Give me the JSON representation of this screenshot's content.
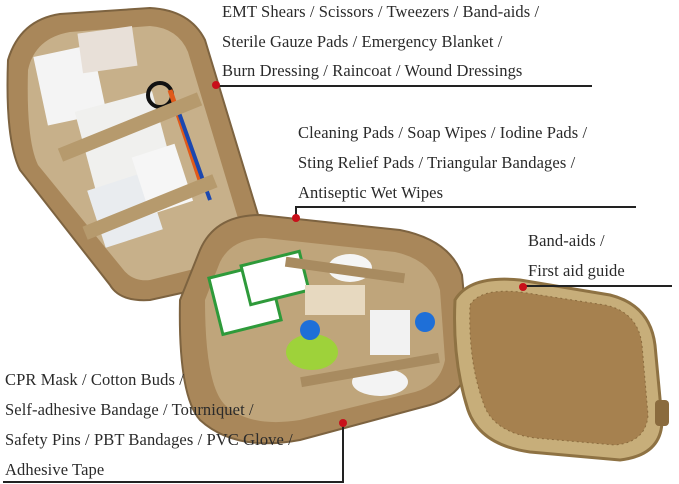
{
  "callouts": {
    "top": {
      "lines": [
        "EMT Shears / Scissors / Tweezers / Band-aids /",
        "Sterile Gauze Pads / Emergency Blanket /",
        "Burn Dressing / Raincoat / Wound Dressings"
      ]
    },
    "middle": {
      "lines": [
        "Cleaning Pads / Soap Wipes / Iodine Pads /",
        "Sting Relief Pads / Triangular Bandages /",
        "Antiseptic Wet Wipes"
      ]
    },
    "right": {
      "lines": [
        "Band-aids /",
        "First aid guide"
      ]
    },
    "bottom": {
      "lines": [
        "CPR Mask / Cotton Buds /",
        "Self-adhesive Bandage / Tourniquet /",
        "Safety Pins / PBT Bandages / PVC Glove /",
        "Adhesive Tape"
      ]
    }
  },
  "colors": {
    "bag": "#a9875a",
    "bag_dark": "#7d6340",
    "mesh": "#b5905e",
    "marker": "#c8101a",
    "text": "#2a2a2a"
  }
}
